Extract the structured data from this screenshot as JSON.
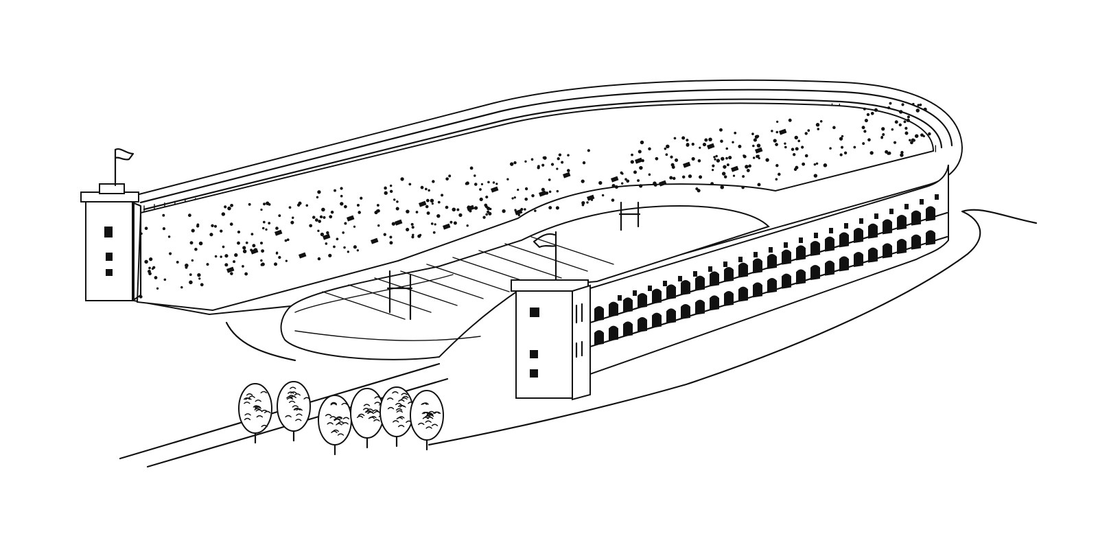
{
  "scene": {
    "subject": "stadium",
    "style": "black-and-white pen line drawing",
    "ink_color": "#111111",
    "paper_color": "#ffffff",
    "elements": [
      "grandstand",
      "crowd-dots",
      "playing-field",
      "goalposts",
      "towers",
      "flags",
      "arched-colonnade",
      "trees",
      "road"
    ]
  }
}
